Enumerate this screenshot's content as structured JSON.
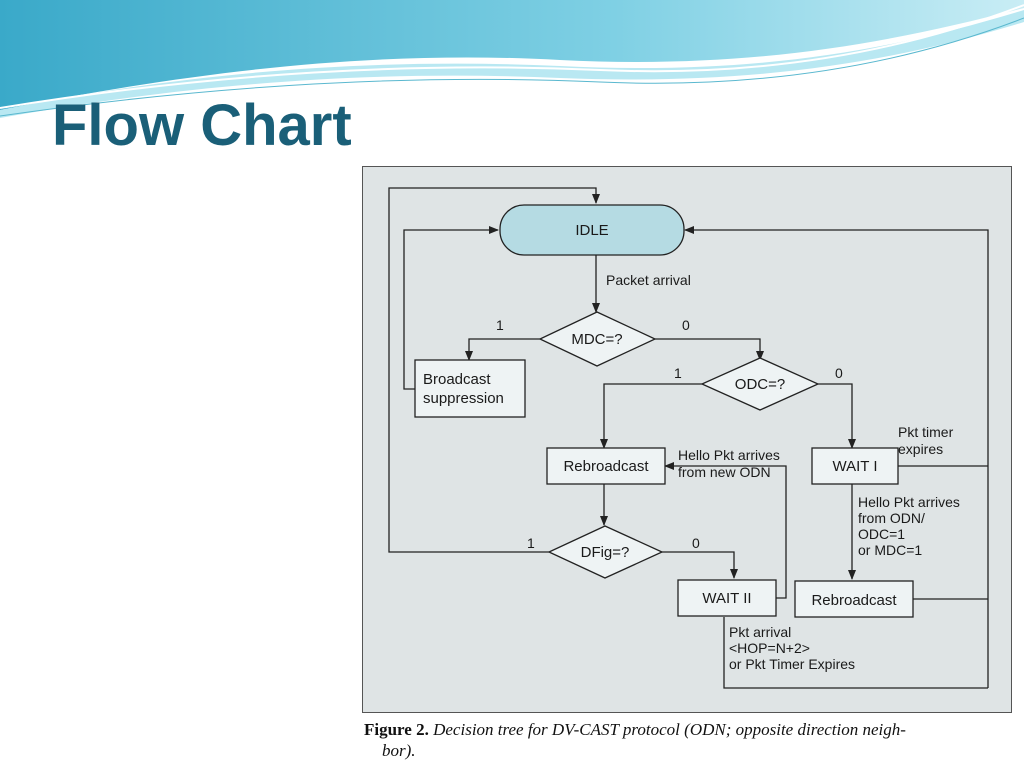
{
  "slide": {
    "title": "Flow Chart"
  },
  "flowchart": {
    "nodes": {
      "idle": "IDLE",
      "mdc": "MDC=?",
      "odc": "ODC=?",
      "broadcast_suppression": [
        "Broadcast",
        "suppression"
      ],
      "rebroadcast_left": "Rebroadcast",
      "wait1": "WAIT I",
      "dfig": "DFig=?",
      "wait2": "WAIT II",
      "rebroadcast_right": "Rebroadcast"
    },
    "edges": {
      "packet_arrival": "Packet arrival",
      "mdc_1": "1",
      "mdc_0": "0",
      "odc_1": "1",
      "odc_0": "0",
      "dfig_1": "1",
      "dfig_0": "0",
      "hello_new_odn": [
        "Hello Pkt arrives",
        "from new ODN"
      ],
      "pkt_timer_expires": [
        "Pkt timer",
        "expires"
      ],
      "hello_from_odn": [
        "Hello Pkt arrives",
        "from ODN/",
        "ODC=1",
        "or MDC=1"
      ],
      "pkt_arrival_hop": [
        "Pkt arrival",
        "<HOP=N+2>",
        "or Pkt Timer Expires"
      ]
    }
  },
  "caption": {
    "number": "Figure 2.",
    "text": "Decision tree for DV-CAST protocol (ODN; opposite direction neigh-",
    "text_cont": "bor)."
  },
  "colors": {
    "title": "#1a5f78",
    "panel": "#dfe4e5",
    "node_fill": "#eef3f4",
    "idle_fill": "#b5dbe3"
  }
}
